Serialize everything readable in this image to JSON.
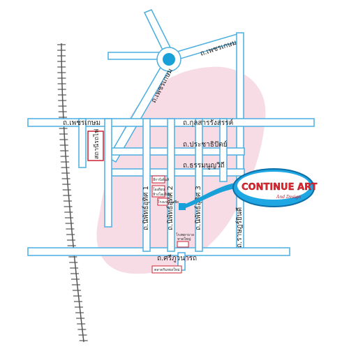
{
  "map": {
    "colors": {
      "road_fill": "#dff0fa",
      "road_stroke": "#4aaee0",
      "zone": "#f7dce6",
      "roundabout": "#1aa0d8",
      "railway": "#555555",
      "landmark_border": "#cc2233",
      "logo_bubble": "#1ea7e2",
      "logo_text": "#e8232e",
      "marker": "#1aa0d8"
    },
    "roads": {
      "phetkasem_north": "ถ.เพชรเกษม",
      "phetkasem_diagonal": "ถ.เพชรเกษม",
      "phetkasem_west": "ถ.เพชรเกษม",
      "kulsarangsan": "ถ.กุลสารรังสรรค์",
      "prachathipat": "ถ.ประชาธิปัตย์",
      "thammanoonwithi": "ถ.ธรรมนูญวิถี",
      "niphatuthit_1": "ถ.นิพัทธ์อุทิศ 1",
      "niphatuthit_2": "ถ.นิพัทธ์อุทิศ 2",
      "niphatuthit_3": "ถ.นิพัทธ์อุทิศ 3",
      "rajyindee": "ถ.ราษฎร์ยินดี",
      "sripuwanart": "ถ.ศรีภูวนารถ"
    },
    "landmarks": {
      "station": "สถานีรถไฟ",
      "lee_garden": "ลีการ์เด้นส์",
      "odean": "โอเดียน",
      "odean_sub": "ห้างโอเดียน",
      "hotel": "โรงแรมเอเชีย",
      "school": "โรงพยาบาล",
      "school_sub": "หาดใหญ่",
      "market": "ตลาดกิมหยงใหม่"
    },
    "logo": {
      "title": "CONTINUE ART",
      "subtitle": "And Design"
    }
  }
}
